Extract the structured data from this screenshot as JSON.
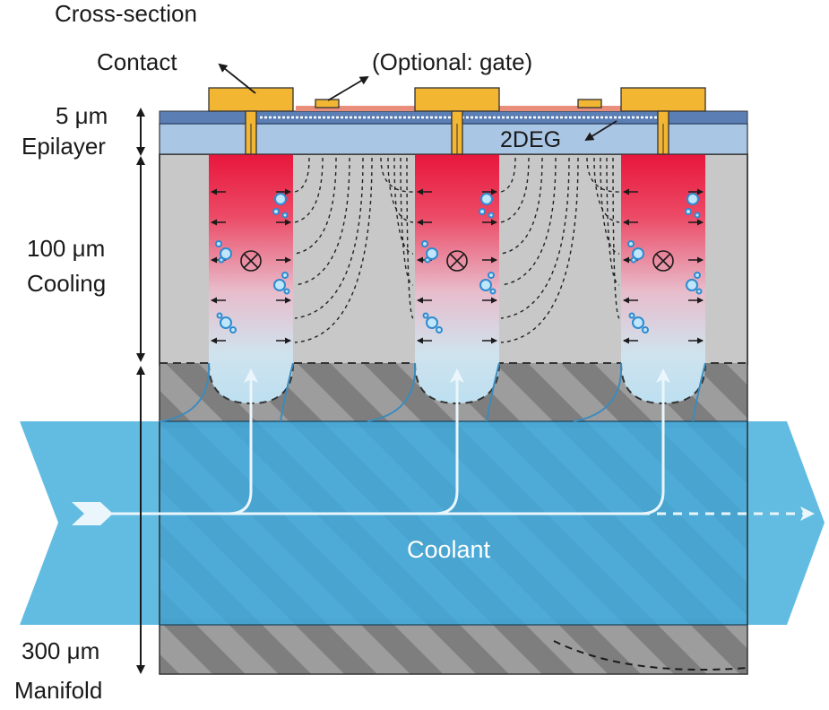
{
  "diagram": {
    "title": "Cross-section",
    "labels": {
      "contact": "Contact",
      "gate": "(Optional: gate)",
      "twodeg": "2DEG",
      "coolant": "Coolant"
    },
    "scale": {
      "epilayer_thickness": "5 μm",
      "epilayer_name": "Epilayer",
      "cooling_thickness": "100 μm",
      "cooling_name": "Cooling",
      "manifold_thickness": "300 μm",
      "manifold_name": "Manifold"
    },
    "colors": {
      "contact_metal": "#f2b632",
      "epilayer": "#a9c6e4",
      "top_layer": "#5b7fb5",
      "substrate": "#c8c8c8",
      "manifold": "#8e8e8e",
      "coolant": "#4fb0dc",
      "hot_channel": "#e8163c"
    },
    "channel_count": 3
  }
}
